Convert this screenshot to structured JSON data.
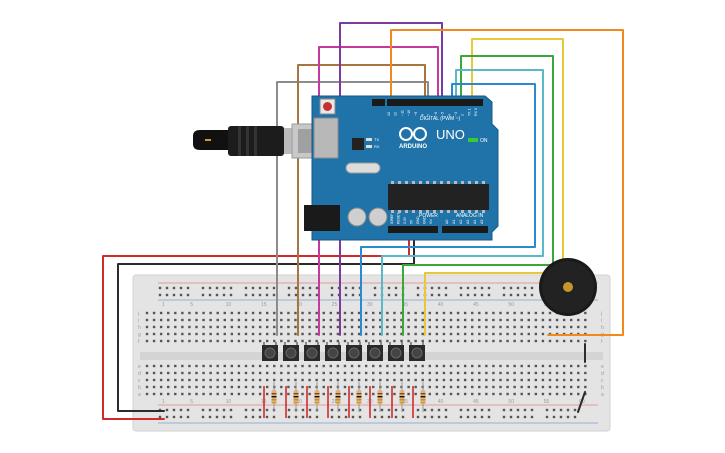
{
  "arduino": {
    "model": "UNO",
    "brand": "ARDUINO",
    "header_label": "DIGITAL (PWM ~)",
    "power_label": "POWER",
    "analog_label": "ANALOG IN",
    "on_label": "ON",
    "tx_label": "TX",
    "rx_label": "RX",
    "aref_label": "AREF",
    "gnd_label": "GND",
    "digital_pins": [
      "13",
      "12",
      "~11",
      "~10",
      "~9",
      "8",
      "7",
      "~6",
      "~5",
      "4",
      "~3",
      "2",
      "TX 1",
      "RX 0"
    ],
    "power_pins": [
      "IOREF",
      "RESET",
      "3.3V",
      "5V",
      "GND",
      "GND",
      "Vin"
    ],
    "analog_pins": [
      "A0",
      "A1",
      "A2",
      "A3",
      "A4",
      "A5"
    ]
  },
  "breadboard": {
    "row_labels_top": [
      "j",
      "i",
      "h",
      "g",
      "f"
    ],
    "row_labels_bottom": [
      "e",
      "d",
      "c",
      "b",
      "a"
    ],
    "column_markers": [
      "1",
      "5",
      "10",
      "15",
      "20",
      "25",
      "30",
      "35",
      "40",
      "45",
      "50",
      "55",
      "60"
    ]
  },
  "parts": {
    "pushbuttons": 8,
    "resistors": 8,
    "buzzer": 1,
    "usb_cable": 1
  },
  "colors": {
    "board": "#1f73a8",
    "breadboard": "#e4e4e4",
    "wire_red": "#d22a2a",
    "wire_black": "#2b2b2b",
    "wire_gray": "#8c8c8c",
    "wire_brown": "#a87442",
    "wire_magenta": "#c43aa0",
    "wire_purple": "#7a3aa0",
    "wire_orange": "#f08a1c",
    "wire_yellow": "#e8c838",
    "wire_green": "#3aa838",
    "wire_teal": "#5ab8c8",
    "wire_blue": "#2a8ad0"
  }
}
